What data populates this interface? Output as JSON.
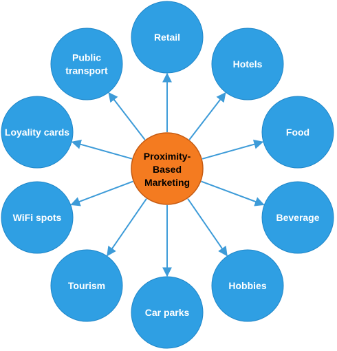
{
  "center": {
    "lines": [
      "Proximity-",
      "Based",
      "Marketing"
    ],
    "fill": "#F47B20",
    "stroke": "#C55A11"
  },
  "spokes": [
    {
      "id": "retail",
      "lines": [
        "Retail"
      ]
    },
    {
      "id": "hotels",
      "lines": [
        "Hotels"
      ]
    },
    {
      "id": "food",
      "lines": [
        "Food"
      ]
    },
    {
      "id": "beverage",
      "lines": [
        "Beverage"
      ]
    },
    {
      "id": "hobbies",
      "lines": [
        "Hobbies"
      ]
    },
    {
      "id": "car-parks",
      "lines": [
        "Car parks"
      ]
    },
    {
      "id": "tourism",
      "lines": [
        "Tourism"
      ]
    },
    {
      "id": "wifi-spots",
      "lines": [
        "WiFi spots"
      ]
    },
    {
      "id": "loyality-cards",
      "lines": [
        "Loyality cards"
      ]
    },
    {
      "id": "public-transport",
      "lines": [
        "Public",
        "transport"
      ]
    }
  ],
  "colors": {
    "node_fill": "#2F9FE3",
    "node_stroke": "#1F86C8",
    "arrow": "#3D9BD8"
  }
}
